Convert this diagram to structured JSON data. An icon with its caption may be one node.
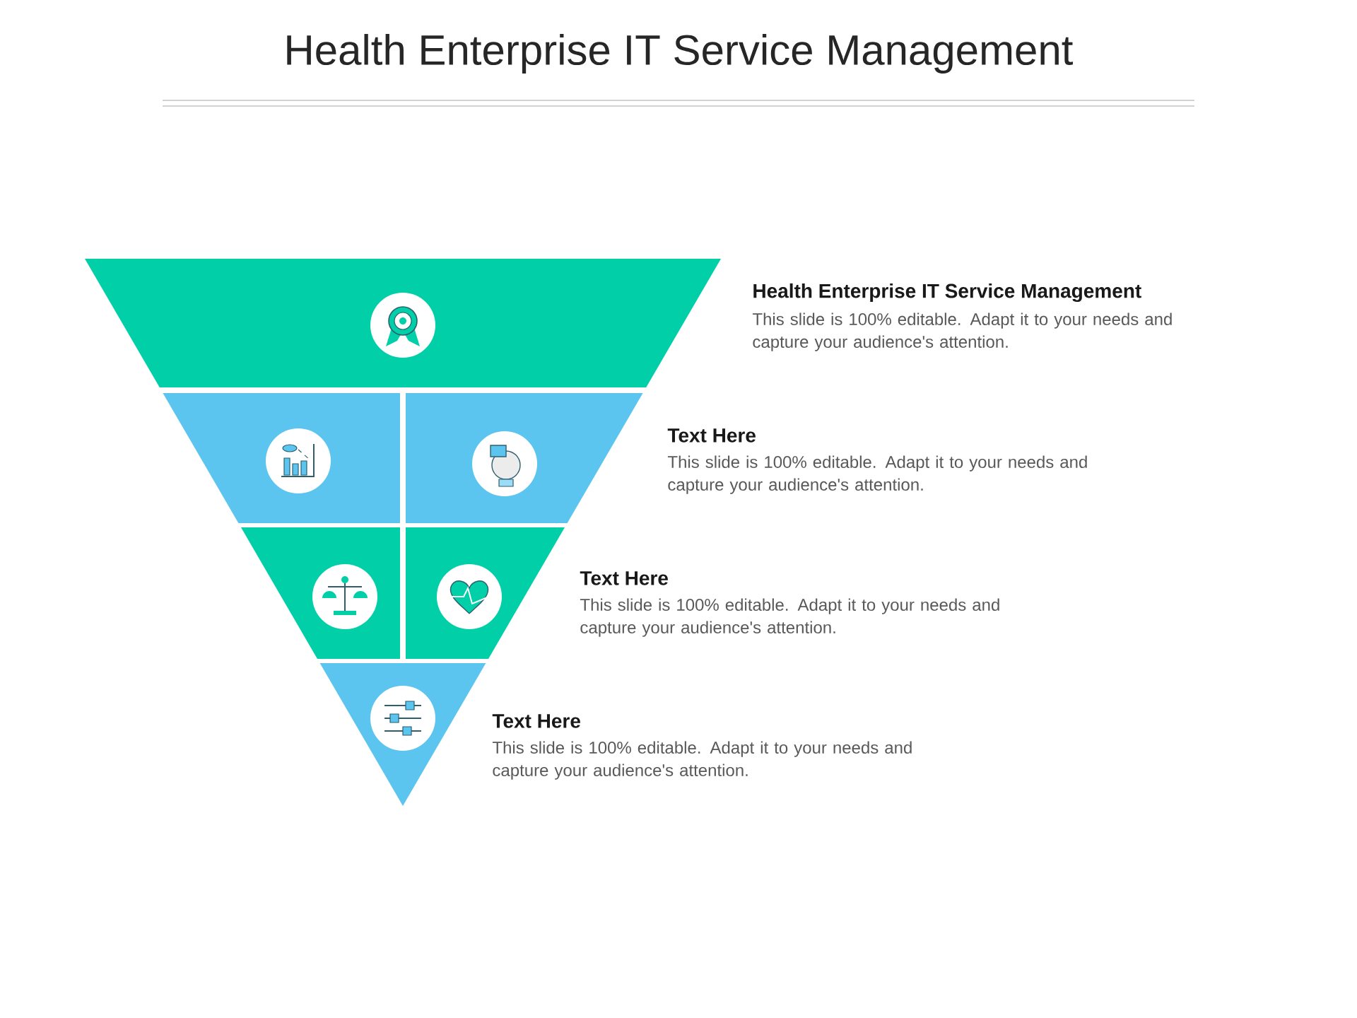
{
  "diagram": {
    "title": "Health Enterprise IT Service Management",
    "labels": [
      "Health Enterprise IT Service Management",
      "This slide is 100% editable. Adapt it to your needs and capture your audience's attention.",
      "Text Here",
      "This slide is 100% editable. Adapt it to your needs and capture your audience's attention.",
      "Text Here",
      "This slide is 100% editable. Adapt it to your needs and capture your audience's attention.",
      "Text Here",
      "This slide is 100% editable. Adapt it to your needs and capture your audience's attention."
    ]
  }
}
